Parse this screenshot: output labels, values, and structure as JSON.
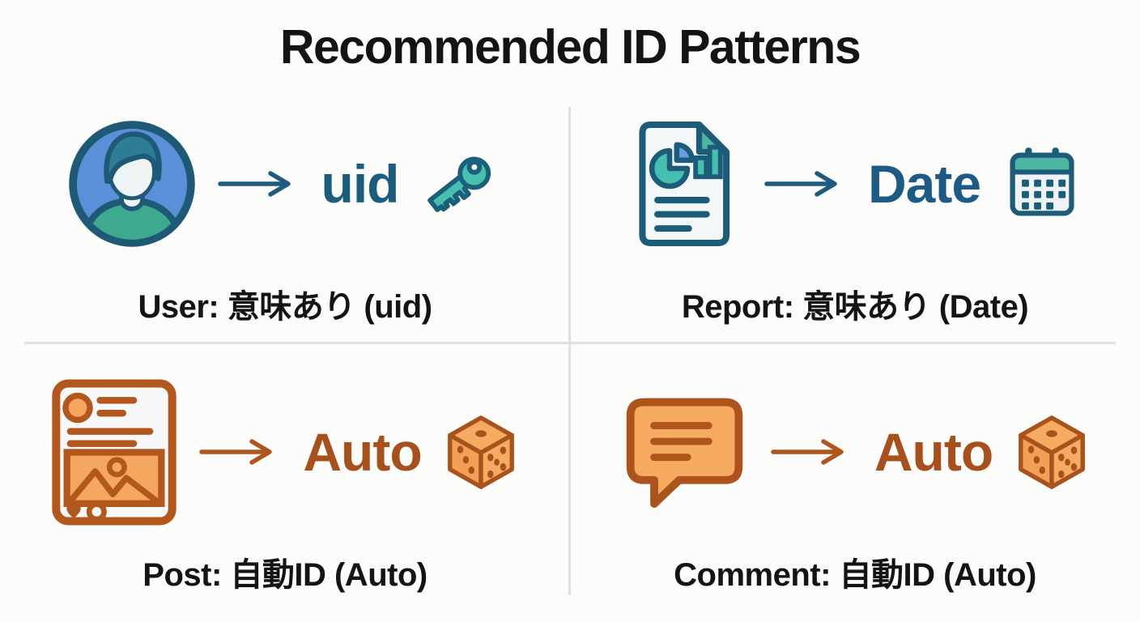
{
  "title": "Recommended ID Patterns",
  "quadrants": [
    {
      "id": "user",
      "icon": "user-avatar-icon",
      "result_label": "uid",
      "result_icon": "key-icon",
      "caption": "User: 意味あり (uid)"
    },
    {
      "id": "report",
      "icon": "report-document-icon",
      "result_label": "Date",
      "result_icon": "calendar-icon",
      "caption": "Report: 意味あり (Date)"
    },
    {
      "id": "post",
      "icon": "post-card-icon",
      "result_label": "Auto",
      "result_icon": "dice-icon",
      "caption": "Post: 自動ID (Auto)"
    },
    {
      "id": "comment",
      "icon": "comment-bubble-icon",
      "result_label": "Auto",
      "result_icon": "dice-icon",
      "caption": "Comment: 自動ID (Auto)"
    }
  ],
  "colors": {
    "background": "#fcfcfa",
    "title": "#141414",
    "caption": "#141414",
    "divider": "#dcdfe3",
    "uid_text": "#1b5d7d",
    "date_text": "#1d5a86",
    "auto_text": "#a8501b",
    "teal_fill": "#49c0ae",
    "dark_teal_stroke": "#1d5c78",
    "avatar_blue": "#5b90d9",
    "shoulder_green": "#3fa98f",
    "pie_blue_slice": "#6b9be0",
    "orange_fill": "#f5a75f",
    "dark_orange_stroke": "#ad531c"
  }
}
